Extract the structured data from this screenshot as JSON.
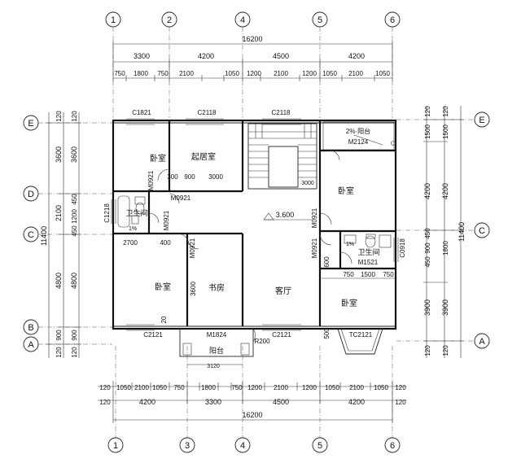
{
  "axes_vertical": [
    "1",
    "2",
    "4",
    "5",
    "6",
    "1",
    "3",
    "4",
    "5",
    "6"
  ],
  "axes_horizontal": [
    "E",
    "D",
    "C",
    "B",
    "A",
    "E",
    "C",
    "A"
  ],
  "dims_top": {
    "total": "16200",
    "row1": [
      "3300",
      "4200",
      "4500",
      "4200"
    ],
    "row2": [
      "750",
      "1800",
      "750",
      "2100",
      "1050",
      "1200",
      "2100",
      "1200",
      "1050",
      "2100",
      "1050"
    ]
  },
  "dims_bottom": {
    "total": "16200",
    "row1": [
      "4200",
      "3300",
      "4500",
      "4200"
    ],
    "row2": [
      "120",
      "1050",
      "2100",
      "1050",
      "750",
      "1800",
      "750",
      "1200",
      "2100",
      "1200",
      "1050",
      "2100",
      "1050",
      "120"
    ],
    "row3": [
      "120",
      "120"
    ]
  },
  "dims_left": {
    "total": "11400",
    "outer": [
      "120",
      "3600",
      "2100",
      "4800",
      "900",
      "120"
    ],
    "inner": [
      "120",
      "3600",
      "450",
      "1200",
      "450",
      "4800",
      "900",
      "120"
    ]
  },
  "dims_right": {
    "total": "11400",
    "outer": [
      "120",
      "1500",
      "4200",
      "1800",
      "3900",
      "120"
    ],
    "inner": [
      "120",
      "1500",
      "4200",
      "450",
      "900",
      "450",
      "3900",
      "120"
    ]
  },
  "rooms": {
    "bedroom_nw": "卧室",
    "living_room": "起居室",
    "bath_w": "卫生间",
    "bedroom_sw": "卧室",
    "study": "书房",
    "hall": "客厅",
    "bedroom_ne": "卧室",
    "bath_e": "卫生间",
    "bedroom_se": "卧室",
    "balcony_s": "阳台",
    "balcony_n": "2%·阳台"
  },
  "labels": {
    "c1821": "C1821",
    "c2118a": "C2118",
    "c2118b": "C2118",
    "m2124": "M2124",
    "m0921a": "M0921",
    "m0921b": "M0921",
    "m0921c": "M0921",
    "m0921d": "M0921",
    "m0921e": "M0921",
    "m0921f": "M0921",
    "c1218": "C1218",
    "c0918": "C0918",
    "m1521": "M1521",
    "c2121a": "C2121",
    "c2121b": "C2121",
    "m1824": "M1824",
    "tc2121": "TC2121",
    "r200": "R200",
    "elev": "3.600",
    "pct1": "1%",
    "pct2": "1%",
    "d3000a": "3000",
    "d3000b": "3000",
    "d3600": "3600",
    "d2700": "2700",
    "d1500": "1500",
    "d750a": "750",
    "d750b": "750",
    "d3120": "3120",
    "d900": "900",
    "d300": "300",
    "d400": "400",
    "d600": "600",
    "d500": "500",
    "d20": "20"
  }
}
